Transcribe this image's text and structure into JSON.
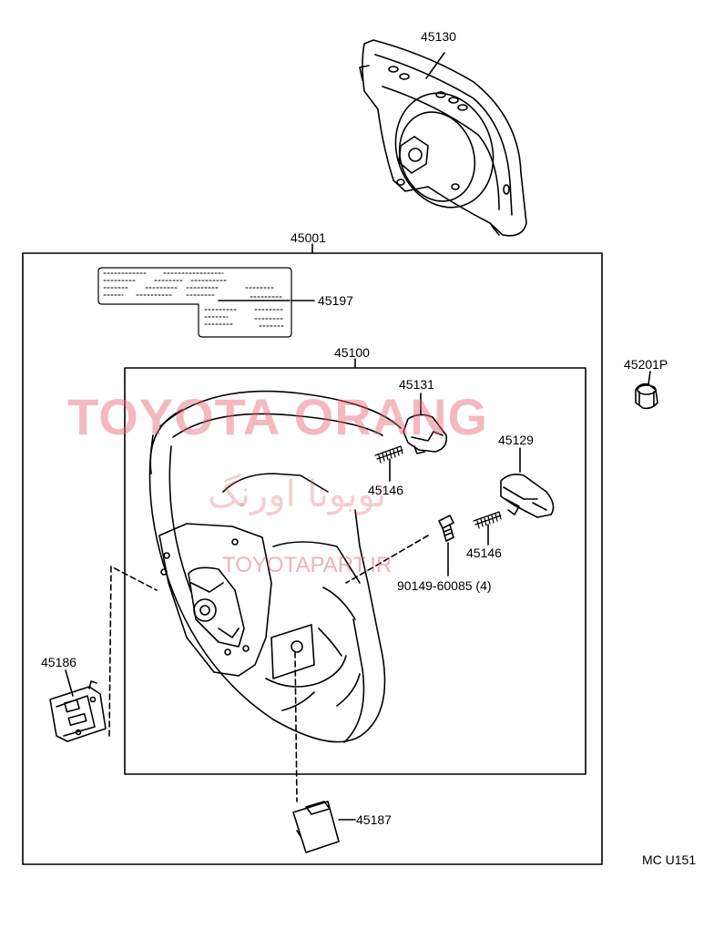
{
  "parts": {
    "p45130": "45130",
    "p45001": "45001",
    "p45197": "45197",
    "p45100": "45100",
    "p45201p": "45201P",
    "p45131": "45131",
    "p45129": "45129",
    "p45146a": "45146",
    "p45146b": "45146",
    "p90149": "90149-60085 (4)",
    "p45186": "45186",
    "p45187": "45187"
  },
  "figure_code": "MC U151",
  "watermark": {
    "brand": "TOYOTA ORANG",
    "farsi": "تویوتا اورنگ",
    "site": "TOYOTAPART.IR"
  },
  "colors": {
    "line": "#000000",
    "watermark": "#e6646e"
  }
}
